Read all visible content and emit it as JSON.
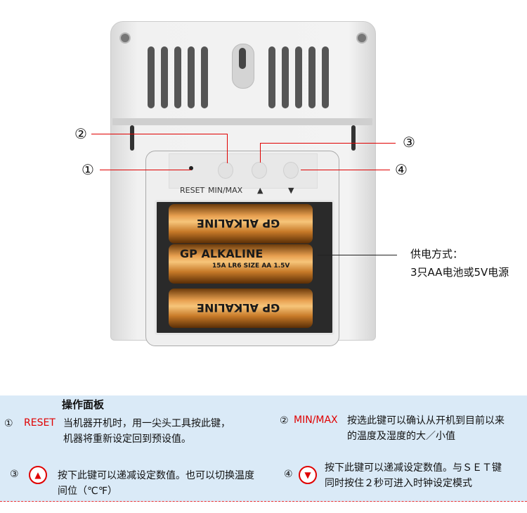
{
  "device": {
    "button_labels": [
      "RESET",
      "MIN/MAX",
      "▲",
      "▼"
    ],
    "battery_brand": "GP",
    "battery_type": "ALKALINE",
    "battery_spec": "15A LR6 SIZE AA 1.5V"
  },
  "callouts": {
    "c1": "①",
    "c2": "②",
    "c3": "③",
    "c4": "④"
  },
  "power": {
    "title": "供电方式：",
    "desc": "3只AA电池或5V电源"
  },
  "panel": {
    "title": "操作面板",
    "items": [
      {
        "num": "①",
        "key": "RESET",
        "text1": "当机器开机时，用一尖头工具按此键，",
        "text2": "机器将重新设定回到预设值。"
      },
      {
        "num": "②",
        "key": "MIN/MAX",
        "text1": "按选此键可以确认从开机到目前以来",
        "text2": "的温度及湿度的大／小值"
      },
      {
        "num": "③",
        "key": "▲",
        "text1": "按下此键可以递减设定数值。也可以切换温度",
        "text2": "间位（℃℉）"
      },
      {
        "num": "④",
        "key": "▼",
        "text1": "按下此键可以递减设定数值。与ＳＥＴ键",
        "text2": "同时按住２秒可进入时钟设定模式"
      }
    ]
  },
  "colors": {
    "accent": "#e00000",
    "panel_bg": "#daeaf7"
  }
}
